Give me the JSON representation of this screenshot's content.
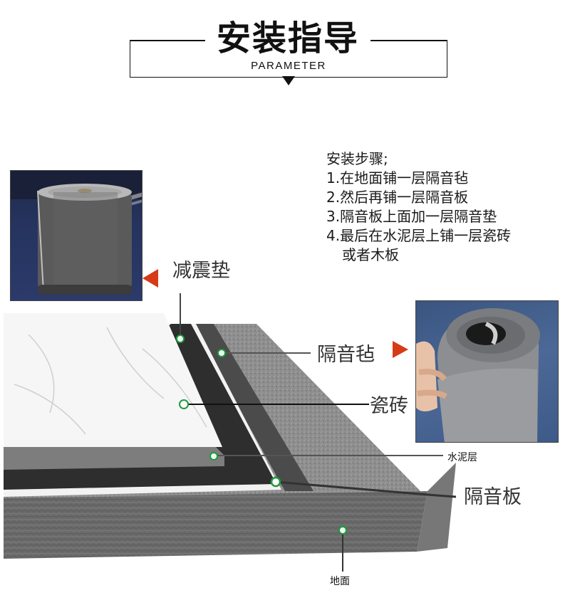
{
  "header": {
    "title": "安装指导",
    "subtitle": "PARAMETER"
  },
  "steps": {
    "heading": "安装步骤;",
    "items": [
      "1.在地面铺一层隔音毡",
      "2.然后再铺一层隔音板",
      "3.隔音板上面加一层隔音垫",
      "4.最后在水泥层上铺一层瓷砖",
      "或者木板"
    ]
  },
  "labels": {
    "damping_pad": "减震垫",
    "acoustic_felt": "隔音毡",
    "tile": "瓷砖",
    "cement_layer": "水泥层",
    "acoustic_board": "隔音板",
    "ground": "地面"
  },
  "colors": {
    "accent_arrow": "#d63a17",
    "marker_green": "#1e9a3c",
    "layer_black": "#2e2e2e",
    "cement_gray": "#8a8a8a",
    "ground_gray": "#6e6e6e"
  }
}
